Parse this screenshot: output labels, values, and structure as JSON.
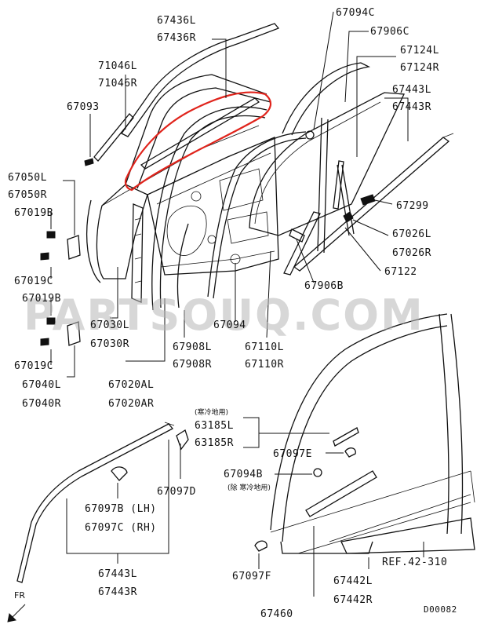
{
  "diagram": {
    "watermark": "PARTSOUQ.COM",
    "drawing_id": "D00082",
    "direction": "FR",
    "notes": {
      "cold_climate": "(寒冷地用)",
      "except_cold_climate": "(除 寒冷地用)"
    },
    "parts": {
      "p67436L": "67436L",
      "p67436R": "67436R",
      "p71046L": "71046L",
      "p71046R": "71046R",
      "p67093": "67093",
      "p67094C": "67094C",
      "p67906C": "67906C",
      "p67124L": "67124L",
      "p67124R": "67124R",
      "p67443L_top": "67443L",
      "p67443R_top": "67443R",
      "p67050L": "67050L",
      "p67050R": "67050R",
      "p67019B_1": "67019B",
      "p67019C_1": "67019C",
      "p67019B_2": "67019B",
      "p67019C_2": "67019C",
      "p67299": "67299",
      "p67026L": "67026L",
      "p67026R": "67026R",
      "p67122": "67122",
      "p67906B": "67906B",
      "p67030L": "67030L",
      "p67030R": "67030R",
      "p67094": "67094",
      "p67908L": "67908L",
      "p67908R": "67908R",
      "p67110L": "67110L",
      "p67110R": "67110R",
      "p67040L": "67040L",
      "p67040R": "67040R",
      "p67020AL": "67020AL",
      "p67020AR": "67020AR",
      "p63185L": "63185L",
      "p63185R": "63185R",
      "p67097E": "67097E",
      "p67094B": "67094B",
      "p67097D": "67097D",
      "p67097B": "67097B (LH)",
      "p67097C": "67097C (RH)",
      "p67443L_bot": "67443L",
      "p67443R_bot": "67443R",
      "ref": "REF.42-310",
      "p67097F": "67097F",
      "p67442L": "67442L",
      "p67442R": "67442R",
      "p67460": "67460"
    }
  }
}
